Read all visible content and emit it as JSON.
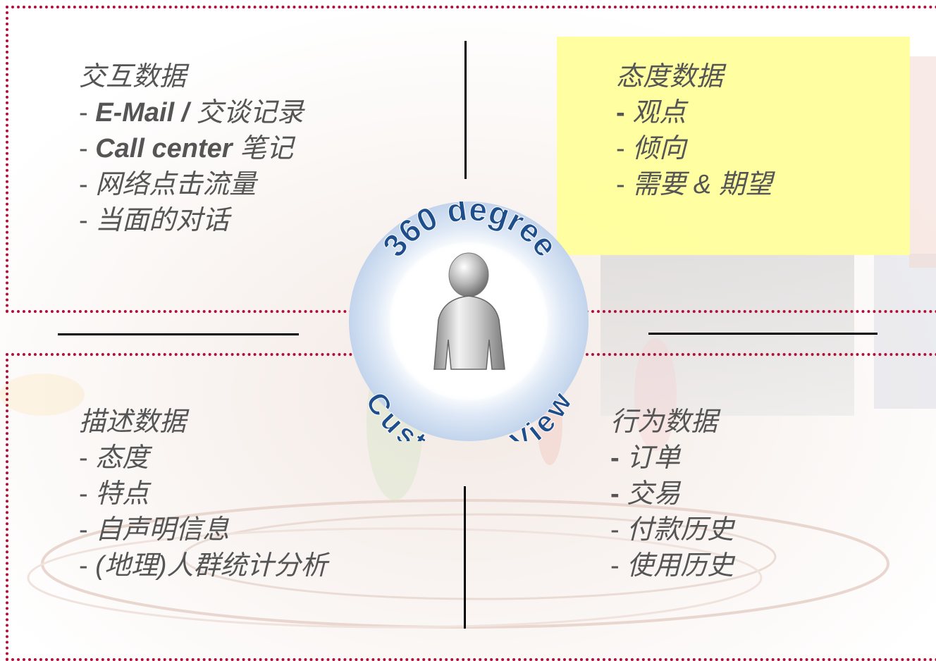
{
  "center": {
    "top_arc_text": "360 degree",
    "bottom_arc_text": "Customer View"
  },
  "quadrants": {
    "top_left": {
      "title": "交互数据",
      "items": [
        {
          "prefix": "- ",
          "bold": "E-Mail / ",
          "text": "交谈记录"
        },
        {
          "prefix": "- ",
          "bold": "Call center ",
          "text": "笔记"
        },
        {
          "prefix": "- ",
          "bold": "",
          "text": "网络点击流量"
        },
        {
          "prefix": "- ",
          "bold": "",
          "text": "当面的对话"
        }
      ]
    },
    "top_right": {
      "title": "态度数据",
      "items": [
        {
          "prefix": "- ",
          "text": "观点"
        },
        {
          "prefix": "- ",
          "text": "倾向"
        },
        {
          "prefix": "- ",
          "text": "需要 & 期望"
        }
      ]
    },
    "bottom_left": {
      "title": "描述数据",
      "items": [
        {
          "prefix": "- ",
          "text": "态度"
        },
        {
          "prefix": "- ",
          "text": "特点"
        },
        {
          "prefix": "- ",
          "text": "自声明信息"
        },
        {
          "prefix": "- ",
          "text": "(地理)人群统计分析"
        }
      ]
    },
    "bottom_right": {
      "title": "行为数据",
      "items": [
        {
          "prefix": "- ",
          "text": "订单"
        },
        {
          "prefix": "- ",
          "text": "交易"
        },
        {
          "prefix": "- ",
          "text": "付款历史"
        },
        {
          "prefix": "- ",
          "text": "使用历史"
        }
      ]
    }
  },
  "colors": {
    "border": "#b0103a",
    "highlight": "#ffff99",
    "ring_text": "#1f4e8c",
    "text": "#555555"
  }
}
